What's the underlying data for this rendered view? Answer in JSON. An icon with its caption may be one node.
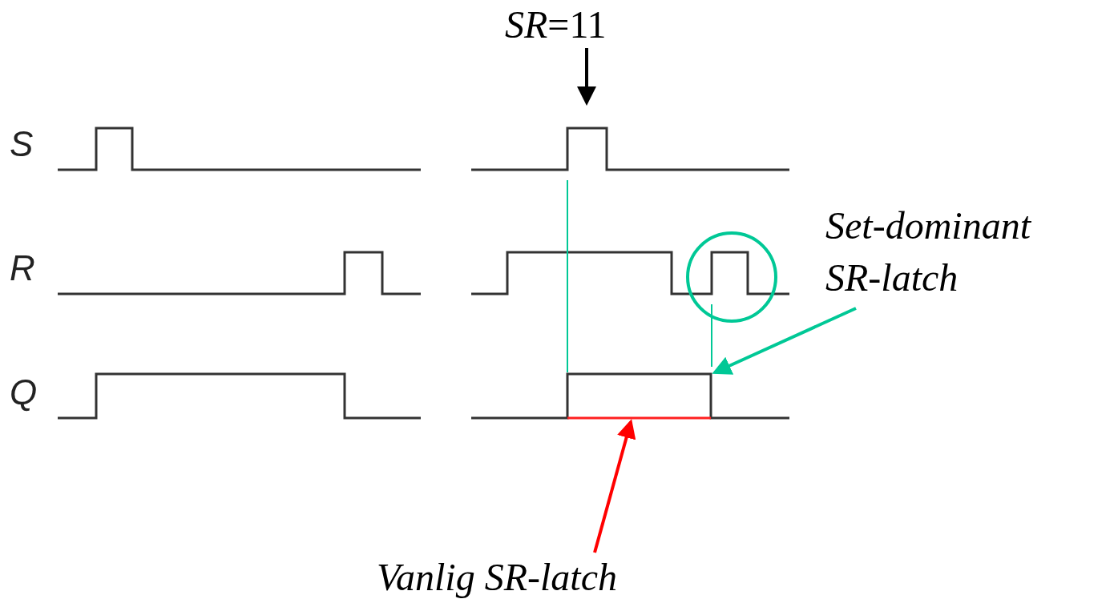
{
  "diagram": {
    "nodes": [
      {
        "text": [
          "*SR*=11"
        ]
      },
      {
        "text": [
          "Set-dominant SR-latch"
        ]
      },
      {
        "text": [
          "Vanlig SR-latch"
        ]
      }
    ],
    "edges": [
      {
        "from": 0,
        "to": null,
        "arrow": "to"
      },
      {
        "from": 1,
        "to": null,
        "arrow": "to",
        "color": "#00c896"
      },
      {
        "from": 2,
        "to": null,
        "arrow": "to",
        "color": "#ff0000"
      }
    ],
    "labels": [
      "S",
      "R",
      "Q"
    ]
  }
}
